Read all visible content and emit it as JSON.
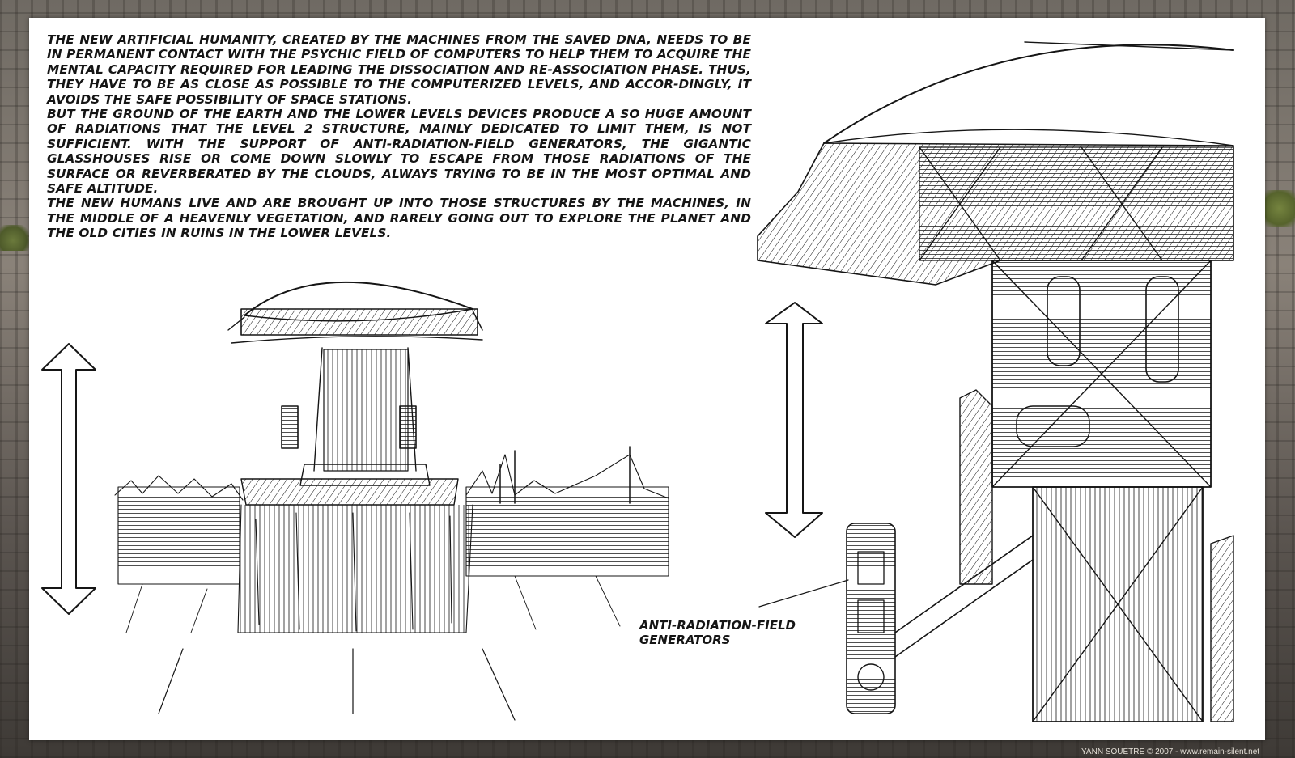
{
  "story": {
    "paragraphs": [
      "THE NEW ARTIFICIAL HUMANITY, CREATED BY THE MACHINES FROM THE SAVED DNA, NEEDS TO BE IN PERMANENT CONTACT WITH THE PSYCHIC FIELD OF COMPUTERS TO HELP THEM TO ACQUIRE THE MENTAL CAPACITY REQUIRED FOR LEADING THE DISSOCIATION AND RE-ASSOCIATION PHASE. THUS, THEY HAVE TO BE AS CLOSE AS POSSIBLE TO THE COMPUTERIZED LEVELS, AND ACCOR-DINGLY, IT AVOIDS THE SAFE POSSIBILITY OF SPACE STATIONS.",
      "BUT THE GROUND OF THE EARTH AND THE LOWER LEVELS DEVICES PRODUCE A SO HUGE AMOUNT OF RADIATIONS THAT THE LEVEL 2 STRUCTURE, MAINLY DEDICATED TO LIMIT THEM, IS NOT SUFFICIENT. WITH THE SUPPORT OF ANTI-RADIATION-FIELD GENERATORS, THE GIGANTIC GLASSHOUSES RISE OR COME DOWN SLOWLY TO ESCAPE FROM THOSE RADIATIONS OF THE SURFACE OR REVERBERATED BY THE CLOUDS, ALWAYS TRYING TO BE IN THE MOST OPTIMAL AND SAFE ALTITUDE.",
      "THE NEW HUMANS LIVE AND ARE BROUGHT UP INTO THOSE STRUCTURES BY THE MACHINES, IN THE MIDDLE OF A HEAVENLY VEGETATION, AND RARELY GOING OUT TO EXPLORE THE PLANET AND THE OLD CITIES IN RUINS IN THE LOWER LEVELS."
    ]
  },
  "annotation": {
    "line1": "ANTI-RADIATION-FIELD",
    "line2": "GENERATORS"
  },
  "credit": "YANN SOUETRE © 2007 - www.remain-silent.net",
  "colors": {
    "ink": "#151515",
    "paper": "#ffffff",
    "backdrop": "#6f6a63"
  }
}
